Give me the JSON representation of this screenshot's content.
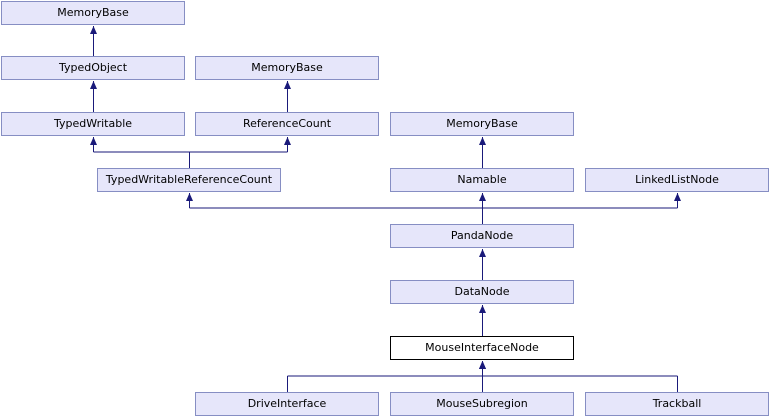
{
  "diagram": {
    "edge_color": "#1a1a7a",
    "node_fill": "#e6e6fa",
    "node_border": "#868ec3",
    "current_node_fill": "#ffffff",
    "current_node_border": "#000000",
    "nodes": {
      "memorybase_1": "MemoryBase",
      "typedobject": "TypedObject",
      "memorybase_2": "MemoryBase",
      "typedwritable": "TypedWritable",
      "referencecount": "ReferenceCount",
      "memorybase_3": "MemoryBase",
      "typedwritablereferencecount": "TypedWritableReferenceCount",
      "namable": "Namable",
      "linkedlistnode": "LinkedListNode",
      "pandanode": "PandaNode",
      "datanode": "DataNode",
      "mouseinterfacenode": "MouseInterfaceNode",
      "driveinterface": "DriveInterface",
      "mousesubregion": "MouseSubregion",
      "trackball": "Trackball"
    },
    "edges": [
      {
        "from": "typedobject",
        "to": "memorybase_1"
      },
      {
        "from": "typedwritable",
        "to": "typedobject"
      },
      {
        "from": "referencecount",
        "to": "memorybase_2"
      },
      {
        "from": "typedwritablereferencecount",
        "to": "typedwritable"
      },
      {
        "from": "typedwritablereferencecount",
        "to": "referencecount"
      },
      {
        "from": "namable",
        "to": "memorybase_3"
      },
      {
        "from": "pandanode",
        "to": "typedwritablereferencecount"
      },
      {
        "from": "pandanode",
        "to": "namable"
      },
      {
        "from": "pandanode",
        "to": "linkedlistnode"
      },
      {
        "from": "datanode",
        "to": "pandanode"
      },
      {
        "from": "mouseinterfacenode",
        "to": "datanode"
      },
      {
        "from": "driveinterface",
        "to": "mouseinterfacenode"
      },
      {
        "from": "mousesubregion",
        "to": "mouseinterfacenode"
      },
      {
        "from": "trackball",
        "to": "mouseinterfacenode"
      }
    ],
    "current_node": "mouseinterfacenode"
  }
}
